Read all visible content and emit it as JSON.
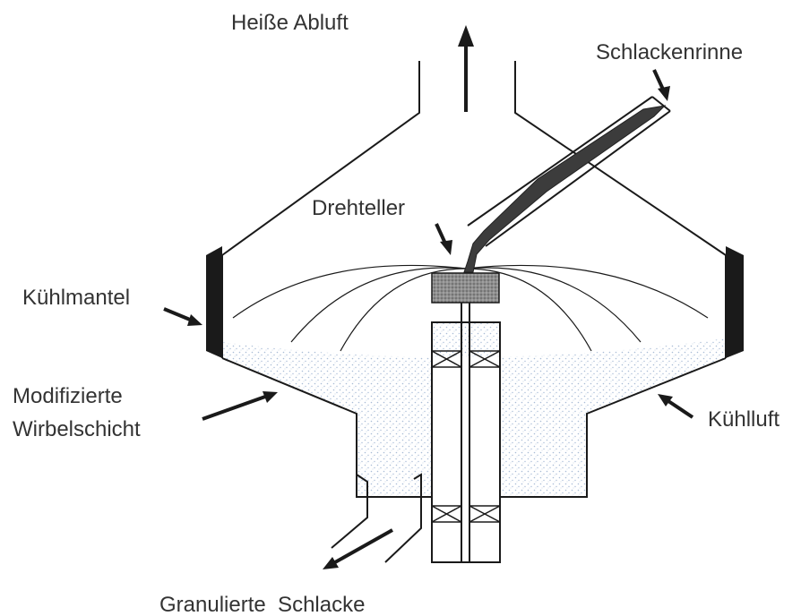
{
  "labels": {
    "hot_exhaust": "Heiße Abluft",
    "slag_runner": "Schlackenrinne",
    "rotary_disc": "Drehteller",
    "cooling_jacket": "Kühlmantel",
    "fluidized_bed_line1": "Modifizierte",
    "fluidized_bed_line2": "Wirbelschicht",
    "cooling_air": "Kühlluft",
    "granulated_slag": "Granulierte  Schlacke"
  },
  "colors": {
    "line": "#1a1a1a",
    "text": "#333333",
    "particles": "#a9bcd6",
    "jacket": "#1a1a1a",
    "disc": "#8a8a8a",
    "slag": "#3c3c3c"
  }
}
